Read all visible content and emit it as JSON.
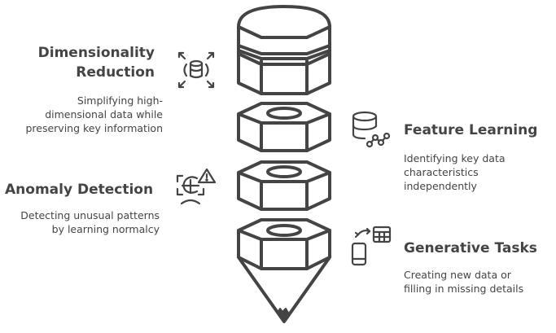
{
  "diagram": {
    "type": "stacked-nuts-pencil",
    "stroke_color": "#444444",
    "sections": [
      {
        "id": "dimensionality-reduction",
        "title_lines": [
          "Dimensionality",
          "Reduction"
        ],
        "description_lines": [
          "Simplifying high-",
          "dimensional data while",
          "preserving key information"
        ],
        "icon": "database-expand-icon",
        "side": "left"
      },
      {
        "id": "feature-learning",
        "title_lines": [
          "Feature Learning"
        ],
        "description_lines": [
          "Identifying key data",
          "characteristics",
          "independently"
        ],
        "icon": "database-graph-icon",
        "side": "right"
      },
      {
        "id": "anomaly-detection",
        "title_lines": [
          "Anomaly Detection"
        ],
        "description_lines": [
          "Detecting unusual patterns",
          "by learning normalcy"
        ],
        "icon": "scan-warning-icon",
        "side": "left"
      },
      {
        "id": "generative-tasks",
        "title_lines": [
          "Generative Tasks"
        ],
        "description_lines": [
          "Creating new data or",
          "filling in missing details"
        ],
        "icon": "device-table-swap-icon",
        "side": "right"
      }
    ]
  }
}
